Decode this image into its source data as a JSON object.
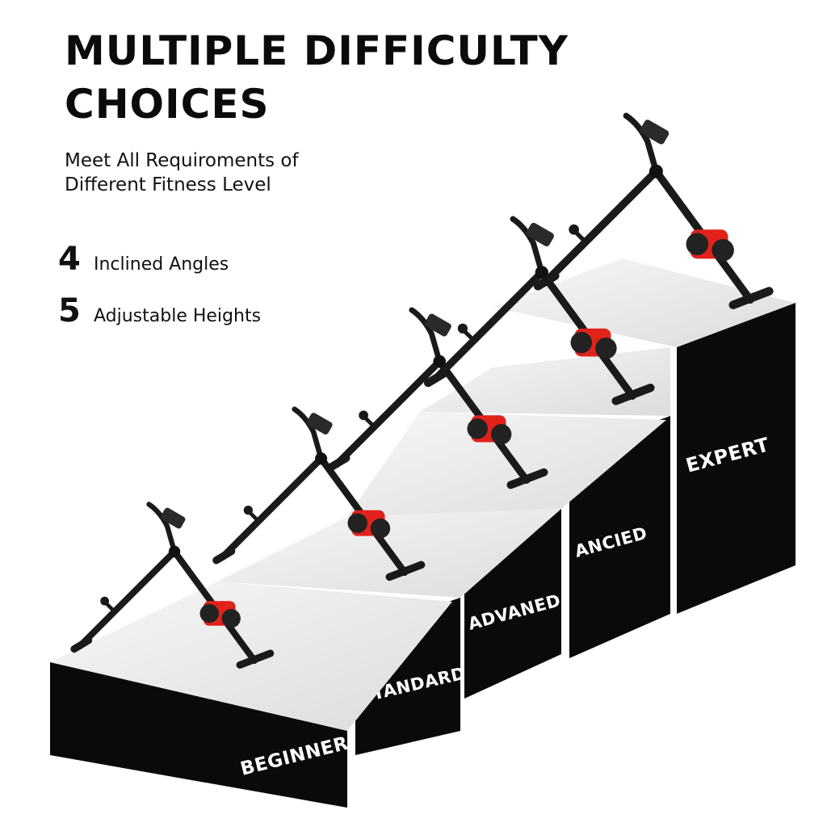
{
  "heading": {
    "line1": "MULTIPLE DIFFICULTY",
    "line2": "CHOICES"
  },
  "subheading": {
    "line1": "Meet All Requiroments of",
    "line2": "Different Fitness Level"
  },
  "specs": [
    {
      "number": "4",
      "label": "Inclined Angles"
    },
    {
      "number": "5",
      "label": "Adjustable Heights"
    }
  ],
  "steps": [
    {
      "label": "BEGINNER"
    },
    {
      "label": "STANDARD"
    },
    {
      "label": "ADVANED"
    },
    {
      "label": "ANCIED"
    },
    {
      "label": "EXPERT"
    }
  ],
  "colors": {
    "step_front": "#0a0a0a",
    "step_top": "#ececec",
    "machine_frame": "#1a1a1a",
    "machine_accent": "#e0221b"
  }
}
